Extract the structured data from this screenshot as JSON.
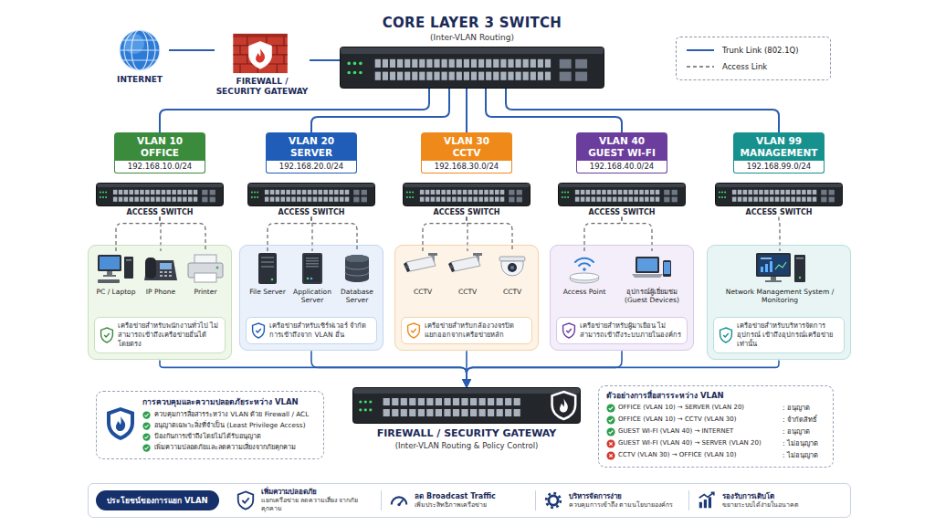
{
  "diagram": {
    "nodes": [
      {
        "text": [
          "INTERNET"
        ]
      },
      {
        "text": [
          "FIREWALL / SECURITY GATEWAY"
        ]
      },
      {
        "text": [
          "CORE LAYER 3 SWITCH",
          "(Inter-VLAN Routing)"
        ]
      },
      {
        "text": [
          "VLAN 10",
          "OFFICE",
          "192.168.10.0/24"
        ]
      },
      {
        "text": [
          "ACCESS SWITCH"
        ]
      },
      {
        "text": [
          "เครือข่ายสำหรับพนักงานทั่วไป ไม่สามารถเข้าถึงเครือข่ายอื่นได้โดยตรง"
        ]
      },
      {
        "text": [
          "PC / Laptop"
        ],
        "in": 5
      },
      {
        "text": [
          "IP Phone"
        ],
        "in": 5
      },
      {
        "text": [
          "Printer"
        ],
        "in": 5
      },
      {
        "text": [
          "VLAN 20",
          "SERVER",
          "192.168.20.0/24"
        ]
      },
      {
        "text": [
          "ACCESS SWITCH"
        ]
      },
      {
        "text": [
          "เครือข่ายสำหรับเซิร์ฟเวอร์ จำกัดการเข้าถึงจาก VLAN อื่น"
        ]
      },
      {
        "text": [
          "File Server"
        ],
        "in": 11
      },
      {
        "text": [
          "Application Server"
        ],
        "in": 11
      },
      {
        "text": [
          "Database Server"
        ],
        "in": 11
      },
      {
        "text": [
          "VLAN 30",
          "CCTV",
          "192.168.30.0/24"
        ]
      },
      {
        "text": [
          "ACCESS SWITCH"
        ]
      },
      {
        "text": [
          "เครือข่ายสำหรับกล้องวงจรปิด แยกออกจากเครือข่ายหลัก"
        ]
      },
      {
        "text": [
          "CCTV"
        ],
        "in": 17
      },
      {
        "text": [
          "CCTV"
        ],
        "in": 17
      },
      {
        "text": [
          "CCTV"
        ],
        "in": 17
      },
      {
        "text": [
          "VLAN 40",
          "GUEST WI-FI",
          "192.168.40.0/24"
        ]
      },
      {
        "text": [
          "ACCESS SWITCH"
        ]
      },
      {
        "text": [
          "เครือข่ายสำหรับผู้มาเยือน ไม่สามารถเข้าถึงระบบภายในองค์กร"
        ]
      },
      {
        "text": [
          "Access Point"
        ],
        "in": 23
      },
      {
        "text": [
          "อุปกรณ์ผู้เยี่ยมชม (Guest Devices)"
        ],
        "in": 23
      },
      {
        "text": [
          "VLAN 99",
          "MANAGEMENT",
          "192.168.99.0/24"
        ]
      },
      {
        "text": [
          "ACCESS SWITCH"
        ]
      },
      {
        "text": [
          "เครือข่ายสำหรับบริหารจัดการอุปกรณ์ เข้าถึงอุปกรณ์เครือข่ายเท่านั้น"
        ]
      },
      {
        "text": [
          "Network Management System / Monitoring"
        ],
        "in": 28
      },
      {
        "text": [
          "การควบคุมและความปลอดภัยระหว่าง VLAN",
          "ควบคุมการสื่อสารระหว่าง VLAN ด้วย Firewall / ACL",
          "อนุญาตเฉพาะสิ่งที่จำเป็น (Least Privilege Access)",
          "ป้องกันการเข้าถึงโดยไม่ได้รับอนุญาต",
          "เพิ่มความปลอดภัยและลดความเสี่ยงจากภัยคุกคาม"
        ]
      },
      {
        "text": [
          "FIREWALL / SECURITY GATEWAY",
          "(Inter-VLAN Routing & Policy Control)"
        ]
      },
      {
        "text": [
          "ตัวอย่างการสื่อสารระหว่าง VLAN",
          "OFFICE (VLAN 10) → SERVER (VLAN 20)",
          ": อนุญาต",
          "OFFICE (VLAN 10) → CCTV (VLAN 30)",
          ": จำกัดสิทธิ์",
          "GUEST WI-FI (VLAN 40) → INTERNET",
          ": อนุญาต",
          "GUEST WI-FI (VLAN 40) → SERVER (VLAN 20)",
          ": ไม่อนุญาต",
          "CCTV (VLAN 30) → OFFICE (VLAN 10)",
          ": ไม่อนุญาต"
        ]
      },
      {
        "text": [
          "ประโยชน์ของการแยก VLAN",
          "เพิ่มความปลอดภัย",
          "แยกเครือข่าย ลดความเสี่ยง จากภัยคุกคาม",
          "ลด Broadcast Traffic",
          "เพิ่มประสิทธิภาพเครือข่าย",
          "บริหารจัดการง่าย",
          "ควบคุมการเข้าถึง ตามนโยบายองค์กร",
          "รองรับการเติบโต",
          "ขยายระบบได้ง่ายในอนาคต"
        ]
      }
    ],
    "edges": [
      {
        "from": 0,
        "to": 1,
        "arrow": "none"
      },
      {
        "from": 1,
        "to": 2,
        "arrow": "none"
      },
      {
        "from": 2,
        "to": 3,
        "arrow": "none"
      },
      {
        "from": 2,
        "to": 9,
        "arrow": "none"
      },
      {
        "from": 2,
        "to": 15,
        "arrow": "none"
      },
      {
        "from": 2,
        "to": 21,
        "arrow": "none"
      },
      {
        "from": 2,
        "to": 26,
        "arrow": "none"
      },
      {
        "from": 4,
        "to": 6,
        "arrow": "none"
      },
      {
        "from": 4,
        "to": 7,
        "arrow": "none"
      },
      {
        "from": 4,
        "to": 8,
        "arrow": "none"
      },
      {
        "from": 10,
        "to": 12,
        "arrow": "none"
      },
      {
        "from": 10,
        "to": 13,
        "arrow": "none"
      },
      {
        "from": 10,
        "to": 14,
        "arrow": "none"
      },
      {
        "from": 16,
        "to": 18,
        "arrow": "none"
      },
      {
        "from": 16,
        "to": 19,
        "arrow": "none"
      },
      {
        "from": 16,
        "to": 20,
        "arrow": "none"
      },
      {
        "from": 22,
        "to": 24,
        "arrow": "none"
      },
      {
        "from": 22,
        "to": 25,
        "arrow": "none"
      },
      {
        "from": 27,
        "to": 29,
        "arrow": "none"
      },
      {
        "from": 5,
        "to": 31,
        "arrow": "to"
      },
      {
        "from": 11,
        "to": 31,
        "arrow": "to"
      },
      {
        "from": 17,
        "to": 31,
        "arrow": "to"
      },
      {
        "from": 23,
        "to": 31,
        "arrow": "to"
      },
      {
        "from": 28,
        "to": 31,
        "arrow": "to"
      }
    ],
    "legend": [
      {
        "text": "Trunk Link (802.1Q)"
      },
      {
        "text": "Access Link"
      }
    ]
  }
}
